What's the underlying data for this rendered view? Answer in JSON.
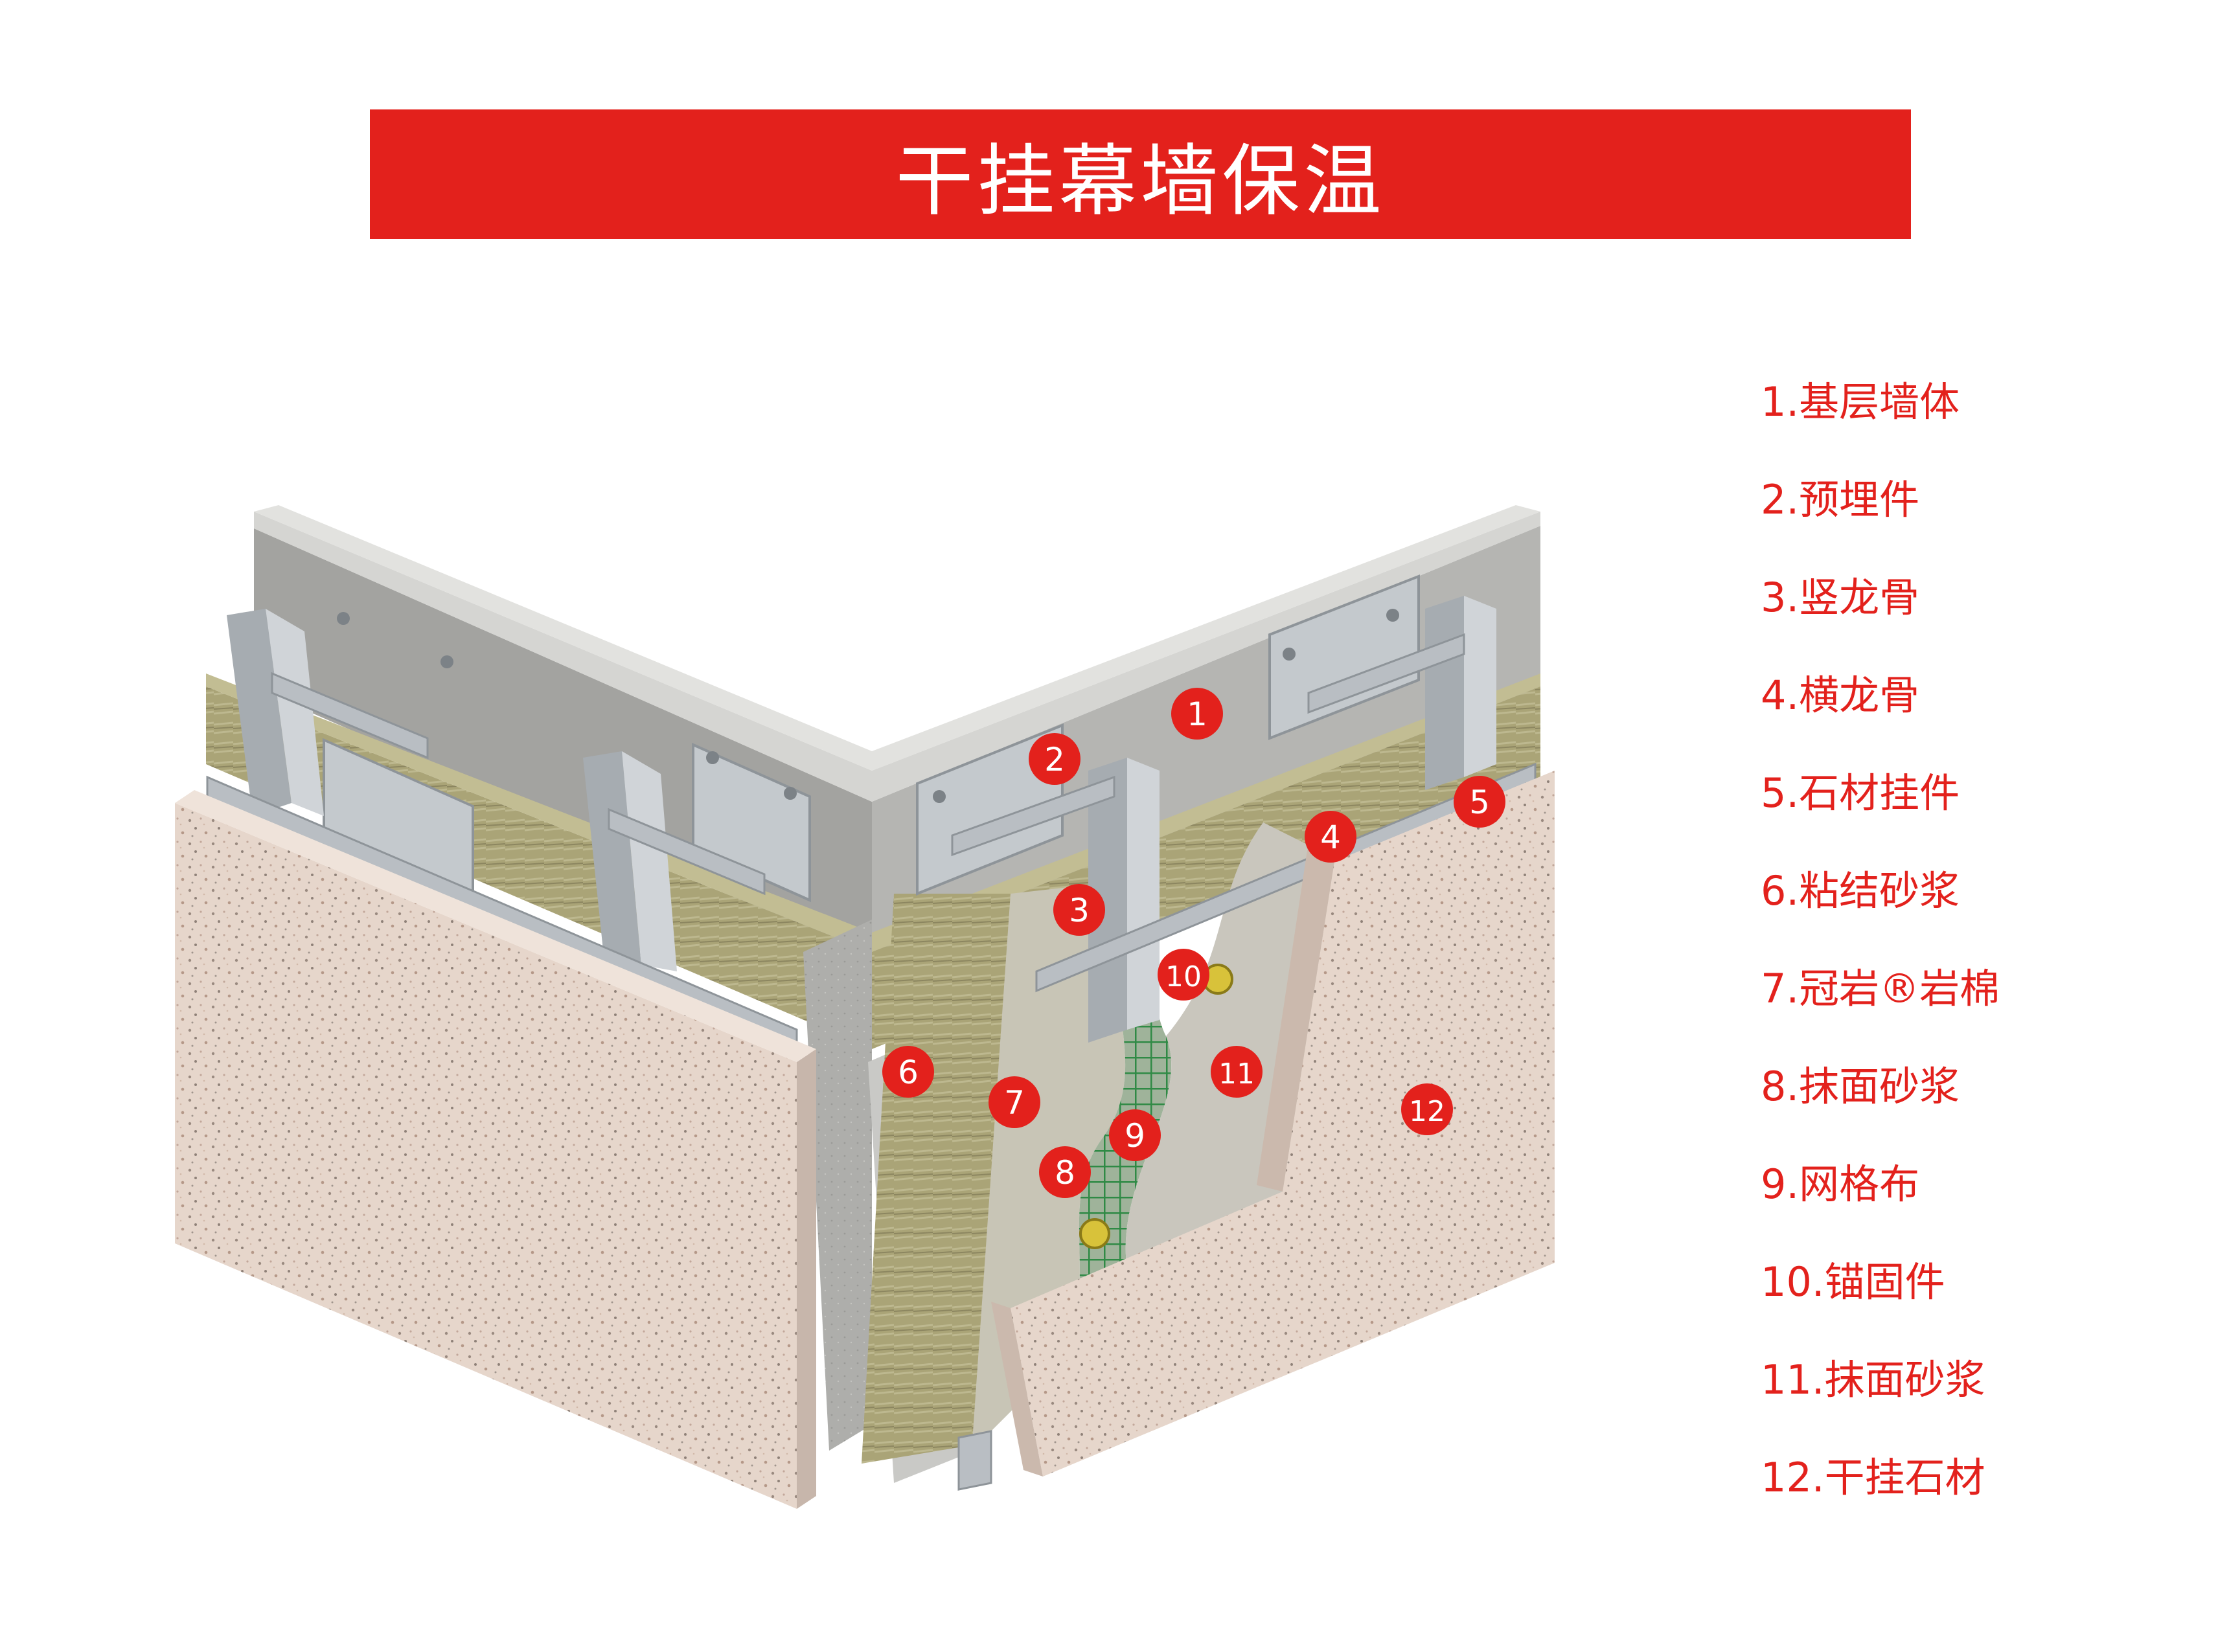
{
  "title": "干挂幕墙保温",
  "colors": {
    "accent_red": "#e3211c",
    "stone_cladding": "#e6d6cb",
    "concrete": "#aeaeab",
    "rock_wool": "#aaa477",
    "mesh_green": "#3c8c4c",
    "steel": "#b9bec3"
  },
  "badges": [
    "1",
    "2",
    "3",
    "4",
    "5",
    "6",
    "7",
    "8",
    "9",
    "10",
    "11",
    "12"
  ],
  "legend": [
    "1.基层墙体",
    "2.预埋件",
    "3.竖龙骨",
    "4.横龙骨",
    "5.石材挂件",
    "6.粘结砂浆",
    "7.冠岩®岩棉",
    "8.抹面砂浆",
    "9.网格布",
    "10.锚固件",
    "11.抹面砂浆",
    "12.干挂石材"
  ]
}
